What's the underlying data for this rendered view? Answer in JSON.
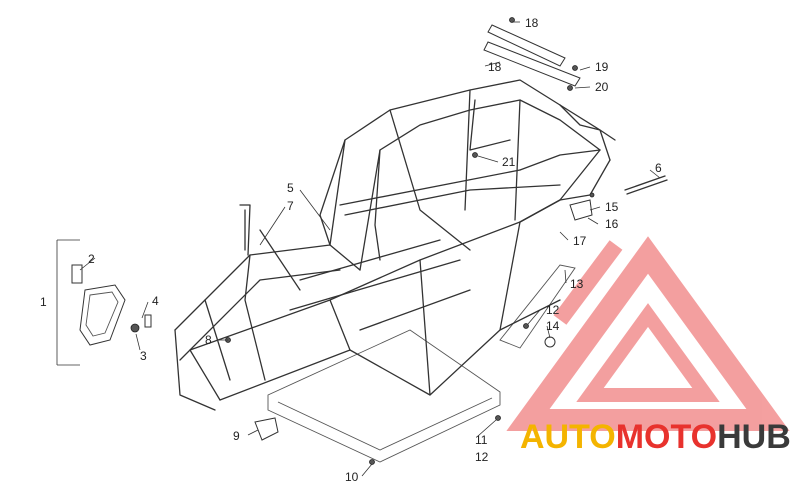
{
  "diagram": {
    "callouts": [
      {
        "id": "c1",
        "text": "1"
      },
      {
        "id": "c2",
        "text": "2"
      },
      {
        "id": "c3",
        "text": "3"
      },
      {
        "id": "c4",
        "text": "4"
      },
      {
        "id": "c5",
        "text": "5"
      },
      {
        "id": "c6",
        "text": "6"
      },
      {
        "id": "c7",
        "text": "7"
      },
      {
        "id": "c8",
        "text": "8"
      },
      {
        "id": "c9",
        "text": "9"
      },
      {
        "id": "c10",
        "text": "10"
      },
      {
        "id": "c11",
        "text": "11"
      },
      {
        "id": "c12a",
        "text": "12"
      },
      {
        "id": "c12b",
        "text": "12"
      },
      {
        "id": "c13",
        "text": "13"
      },
      {
        "id": "c14",
        "text": "14"
      },
      {
        "id": "c15",
        "text": "15"
      },
      {
        "id": "c16",
        "text": "16"
      },
      {
        "id": "c17",
        "text": "17"
      },
      {
        "id": "c18a",
        "text": "18"
      },
      {
        "id": "c18b",
        "text": "18"
      },
      {
        "id": "c19",
        "text": "19"
      },
      {
        "id": "c20",
        "text": "20"
      },
      {
        "id": "c21",
        "text": "21"
      }
    ]
  },
  "watermark": {
    "part1": "AUTO",
    "part2": "MOTO",
    "part3": "HUB",
    "colors": {
      "triangle": "#f08080",
      "auto": "#f4b400",
      "moto": "#e8322d",
      "hub": "#3a3a3a"
    }
  }
}
